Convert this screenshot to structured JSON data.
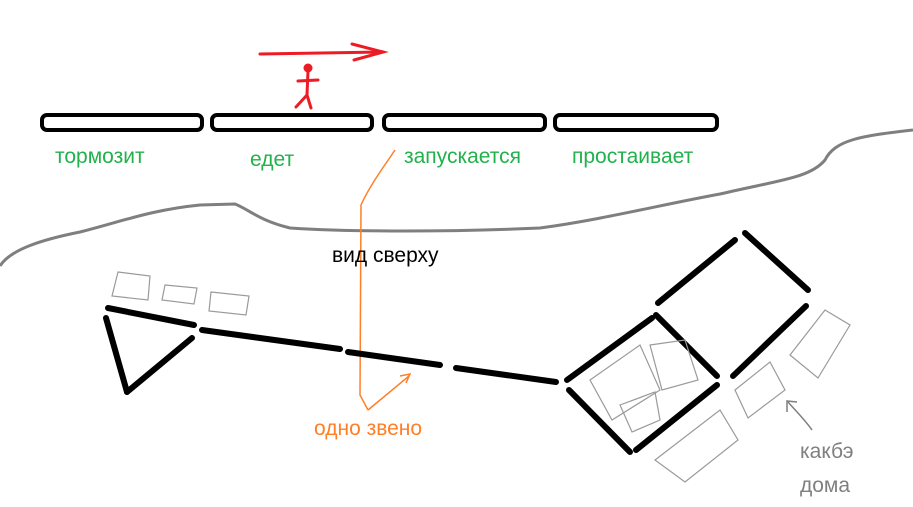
{
  "train_states": [
    "тормозит",
    "едет",
    "запускается",
    "простаивает"
  ],
  "top_view_label": "вид сверху",
  "link_label": "одно звено",
  "houses_label": [
    "какбэ",
    "дома"
  ],
  "colors": {
    "green": "#22b14c",
    "red": "#ed1c24",
    "orange": "#ff7f27",
    "gray": "#7f7f7f",
    "black": "#000000"
  }
}
